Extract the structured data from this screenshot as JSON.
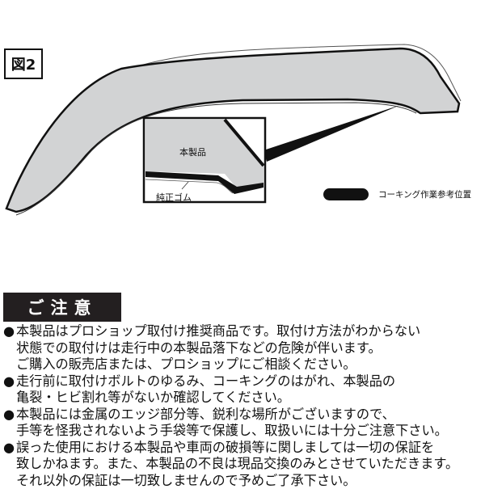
{
  "figure": {
    "label": "図2",
    "inset_product": "本製品",
    "inset_rubber": "純正ゴム",
    "legend": "コーキング作業参考位置",
    "colors": {
      "product": "#d2d3d4",
      "caulking": "#111111"
    }
  },
  "caution": {
    "title": "ご注意",
    "items": [
      [
        "本製品はプロショップ取付け推奨商品です。取付け方法がわからない",
        "状態での取付けは走行中の本製品落下などの危険が伴います。",
        "ご購入の販売店または、プロショップにご相談ください。"
      ],
      [
        "走行前に取付けボルトのゆるみ、コーキングのはがれ、本製品の",
        "亀裂・ヒビ割れ等がないか確認してください。"
      ],
      [
        "本製品には金属のエッジ部分等、鋭利な場所がございますので、",
        "手等を怪我されないよう手袋等で保護し、取扱いには十分ご注意下さい。"
      ],
      [
        "誤った使用における本製品や車両の破損等に関しましては一切の保証を",
        "致しかねます。また、本製品の不良は現品交換のみとさせていただきます。",
        "それ以外の保証は一切致しませんので予めご了承下さい。"
      ]
    ]
  }
}
